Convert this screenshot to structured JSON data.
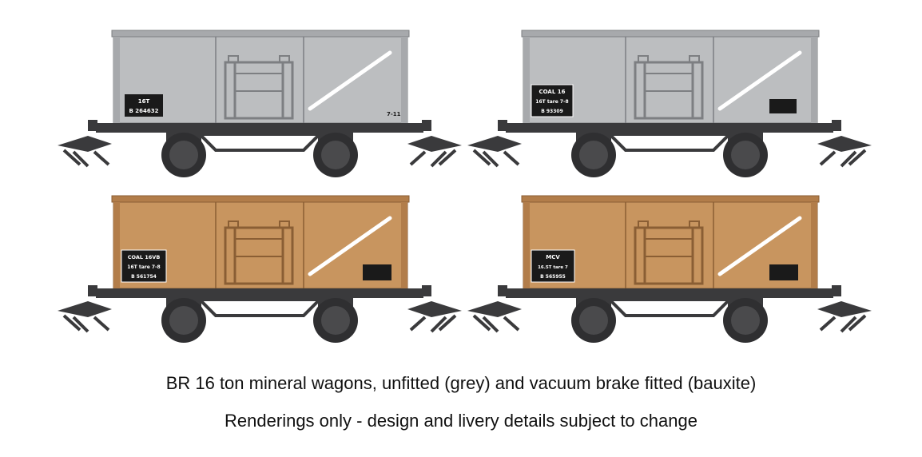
{
  "colors": {
    "grey_body": "#bcbec0",
    "grey_body_dark": "#a7a9ac",
    "bauxite_body": "#c8955f",
    "bauxite_body_dark": "#b27d4a",
    "underframe": "#3a3a3c",
    "wheel": "#2f2f31",
    "stripe": "#ffffff"
  },
  "wagons": [
    {
      "livery": "grey",
      "plate": [
        "16T",
        "B 264632"
      ],
      "corner": "7-11"
    },
    {
      "livery": "grey",
      "plate": [
        "COAL 16",
        "16T tare 7-8",
        "B 93309"
      ]
    },
    {
      "livery": "bauxite",
      "plate": [
        "COAL 16VB",
        "16T tare 7-8",
        "B 561754"
      ]
    },
    {
      "livery": "bauxite",
      "plate": [
        "MCV",
        "16.5T tare 7",
        "B 565955"
      ]
    }
  ],
  "caption": {
    "line1": "BR 16 ton mineral wagons, unfitted (grey) and vacuum brake fitted (bauxite)",
    "line2": "Renderings only - design and livery details subject to change"
  }
}
